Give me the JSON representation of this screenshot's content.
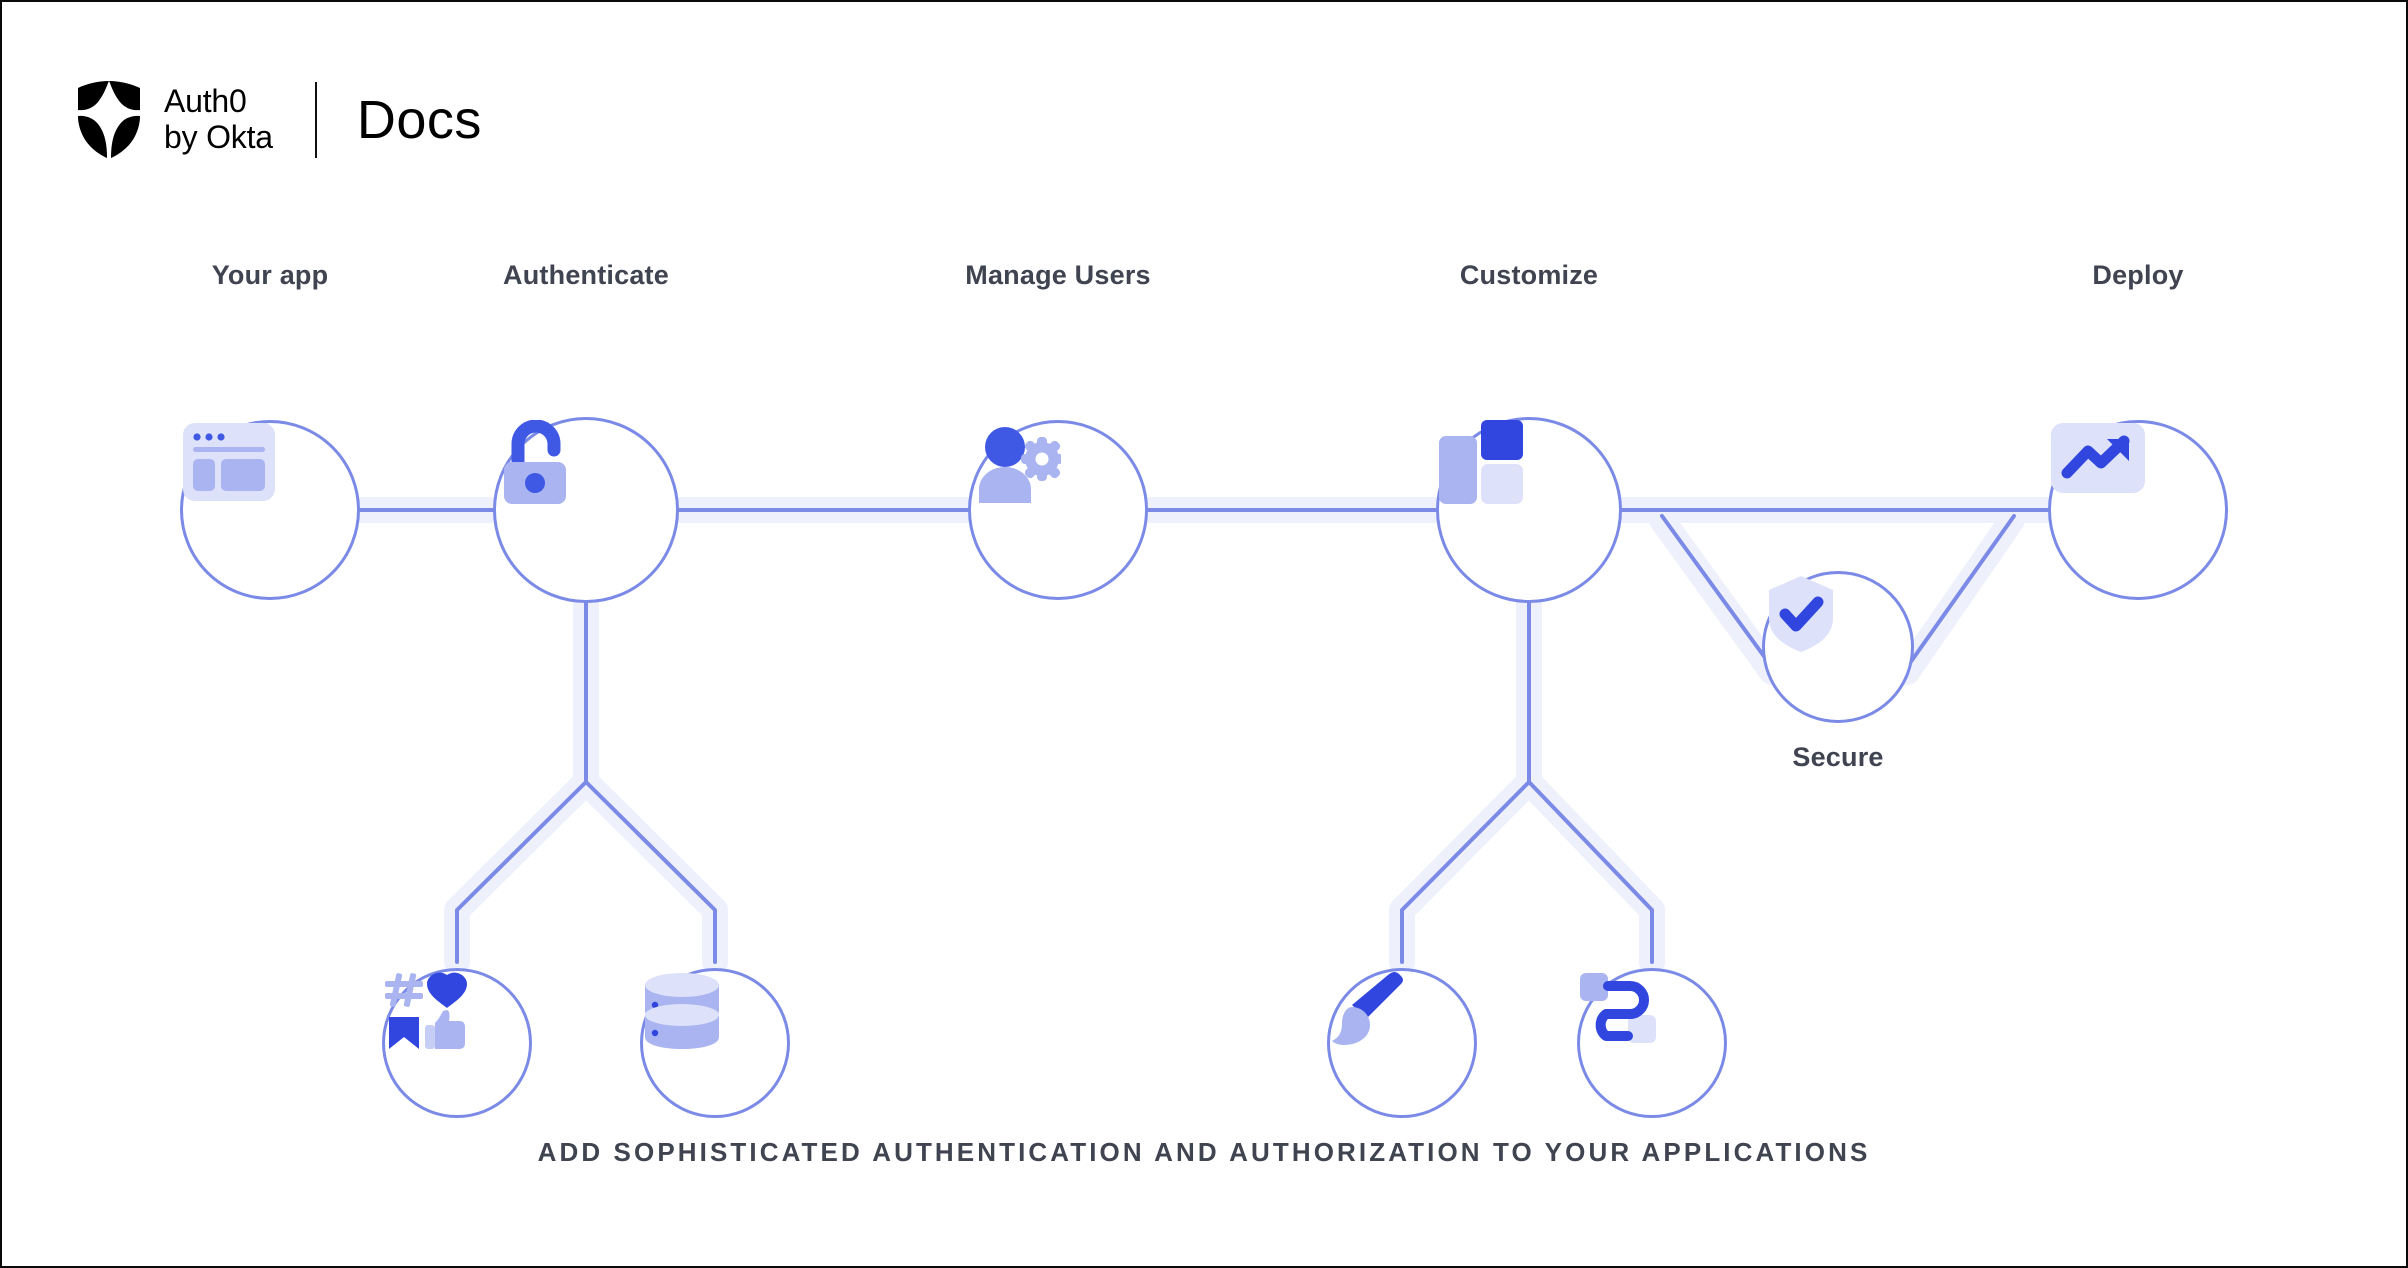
{
  "brand": {
    "logo_icon": "auth0-shield-icon",
    "name_line1": "Auth0",
    "name_line2": "by Okta",
    "product": "Docs"
  },
  "colors": {
    "stroke": "#7B8AE6",
    "halo": "#EEF0FC",
    "accent_dark": "#3F59E4",
    "accent_mid": "#A9B4F0",
    "accent_light": "#DDE1F9",
    "label_text": "#3F4450",
    "background": "#FFFFFF"
  },
  "diagram": {
    "type": "flow",
    "caption": "ADD SOPHISTICATED AUTHENTICATION AND AUTHORIZATION TO YOUR APPLICATIONS",
    "nodes": [
      {
        "id": "your-app",
        "label": "Your app",
        "icon": "browser-window-icon",
        "label_position": "above"
      },
      {
        "id": "authenticate",
        "label": "Authenticate",
        "icon": "open-padlock-icon",
        "label_position": "above"
      },
      {
        "id": "manage-users",
        "label": "Manage Users",
        "icon": "user-gear-icon",
        "label_position": "above"
      },
      {
        "id": "customize",
        "label": "Customize",
        "icon": "blocks-icon",
        "label_position": "above"
      },
      {
        "id": "deploy",
        "label": "Deploy",
        "icon": "trending-up-icon",
        "label_position": "above"
      },
      {
        "id": "secure",
        "label": "Secure",
        "icon": "shield-check-icon",
        "label_position": "below"
      },
      {
        "id": "social",
        "label": "",
        "icon": "social-icons",
        "label_position": "none"
      },
      {
        "id": "database",
        "label": "",
        "icon": "database-icon",
        "label_position": "none"
      },
      {
        "id": "branding",
        "label": "",
        "icon": "paintbrush-icon",
        "label_position": "none"
      },
      {
        "id": "flows",
        "label": "",
        "icon": "flow-connector-icon",
        "label_position": "none"
      }
    ],
    "edges": [
      {
        "from": "your-app",
        "to": "authenticate"
      },
      {
        "from": "authenticate",
        "to": "manage-users"
      },
      {
        "from": "manage-users",
        "to": "customize"
      },
      {
        "from": "customize",
        "to": "deploy"
      },
      {
        "from": "customize",
        "to": "secure"
      },
      {
        "from": "secure",
        "to": "deploy"
      },
      {
        "from": "authenticate",
        "to": "social"
      },
      {
        "from": "authenticate",
        "to": "database"
      },
      {
        "from": "customize",
        "to": "branding"
      },
      {
        "from": "customize",
        "to": "flows"
      }
    ]
  }
}
